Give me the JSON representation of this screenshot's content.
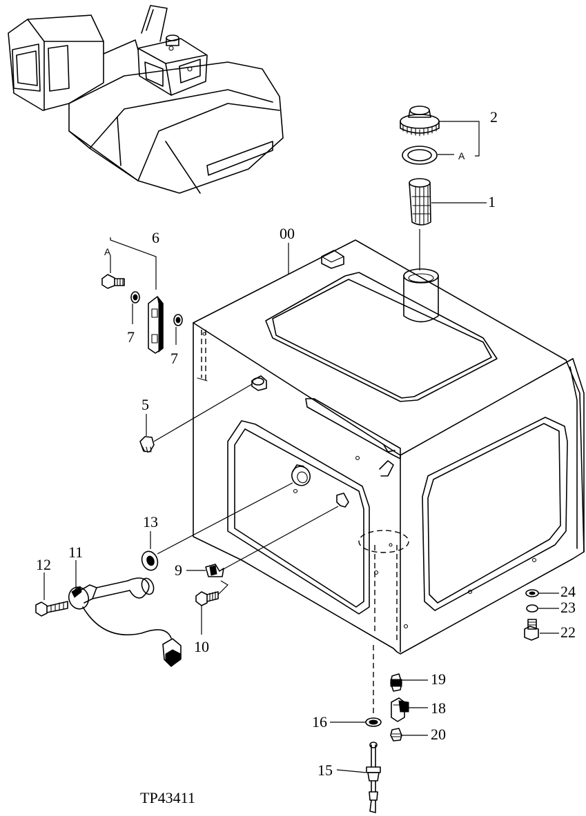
{
  "callouts": {
    "c2": "2",
    "cA_top": "A",
    "c1": "1",
    "c00": "00",
    "c6": "6",
    "cA_left": "A",
    "c7a": "7",
    "c7b": "7",
    "c5": "5",
    "c13": "13",
    "c11": "11",
    "c12": "12",
    "c9": "9",
    "c10": "10",
    "c24": "24",
    "c23": "23",
    "c22": "22",
    "c19": "19",
    "c18": "18",
    "c16": "16",
    "c20": "20",
    "c15": "15"
  },
  "figure_id": "TP43411"
}
